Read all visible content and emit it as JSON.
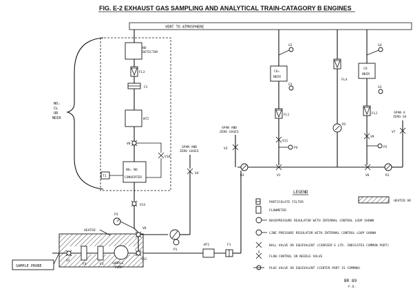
{
  "title": "FIG. E-2  EXHAUST GAS SAMPLING AND ANALYTICAL TRAIN-CATAGORY B ENGINES",
  "vent_label": "VENT TO ATMOSPHERE",
  "analyzer_group_label": [
    "NOₓ",
    "CL",
    "OR",
    "NDIR"
  ],
  "components": {
    "no_detector": [
      "NO",
      "DETECTOR"
    ],
    "converter": [
      "NO₂ NO",
      "CONVERTER"
    ],
    "co2_ndir": [
      "CO₂",
      "NDIR"
    ],
    "co_ndir": [
      "CO",
      "NDIR"
    ],
    "sample_probe": "SAMPLE PROBE",
    "sample_pump": [
      "SAMPLE",
      "PUMP"
    ],
    "heated": "HEATED",
    "wt1": "WT1",
    "wt2": "WT2",
    "f1": "F1",
    "f2": "F2",
    "f3": "F3",
    "f4": "F4",
    "g1": "G1",
    "g2": "G2",
    "g3": "G3",
    "g4": "G4",
    "fl1": "FL1",
    "fl2": "FL2",
    "fl3": "FL3",
    "fl4": "FL4",
    "r1": "R1",
    "r2": "R2",
    "r3": "R3",
    "p1": "P1",
    "p2": "P2",
    "p3": "P3",
    "p4": "P4",
    "v1": "V1",
    "v2": "V2",
    "v3": "V3",
    "v4": "V4",
    "v6": "V6",
    "v7": "V7",
    "v8": "V8",
    "v9": "V9",
    "v10": "V10",
    "v11": "V11",
    "v12": "V12",
    "v13": "V13",
    "t1": "T1",
    "span_zero_1": [
      "SPAN AND",
      "ZERO GASES"
    ],
    "span_zero_2": [
      "SPAN AND",
      "ZERO GASES"
    ],
    "span_zero_3": [
      "SPAN A",
      "ZERO GA"
    ]
  },
  "legend": {
    "heading": "LEGEND",
    "items": [
      "PARTICULATE FILTER",
      "FLOWMETER",
      "BACKPRESSURE REGULATOR WITH INTERNAL CONTROL LOOP SHOWN",
      "LINE PRESSURE REGULATOR WITH INTERNAL CONTROL LOOP SHOWN",
      "BALL VALVE OR EQUIVALENT (CARRIER'S LTD. INDICATES COMMON PORT)",
      "FLOW CONTROL OR NEEDLE VALVE",
      "PLUG VALVE OR EQUIVALENT (CENTER PORT IS COMMON)"
    ],
    "heated_area": "HEATED AR"
  },
  "signature": [
    "BR 89",
    "F.O."
  ]
}
